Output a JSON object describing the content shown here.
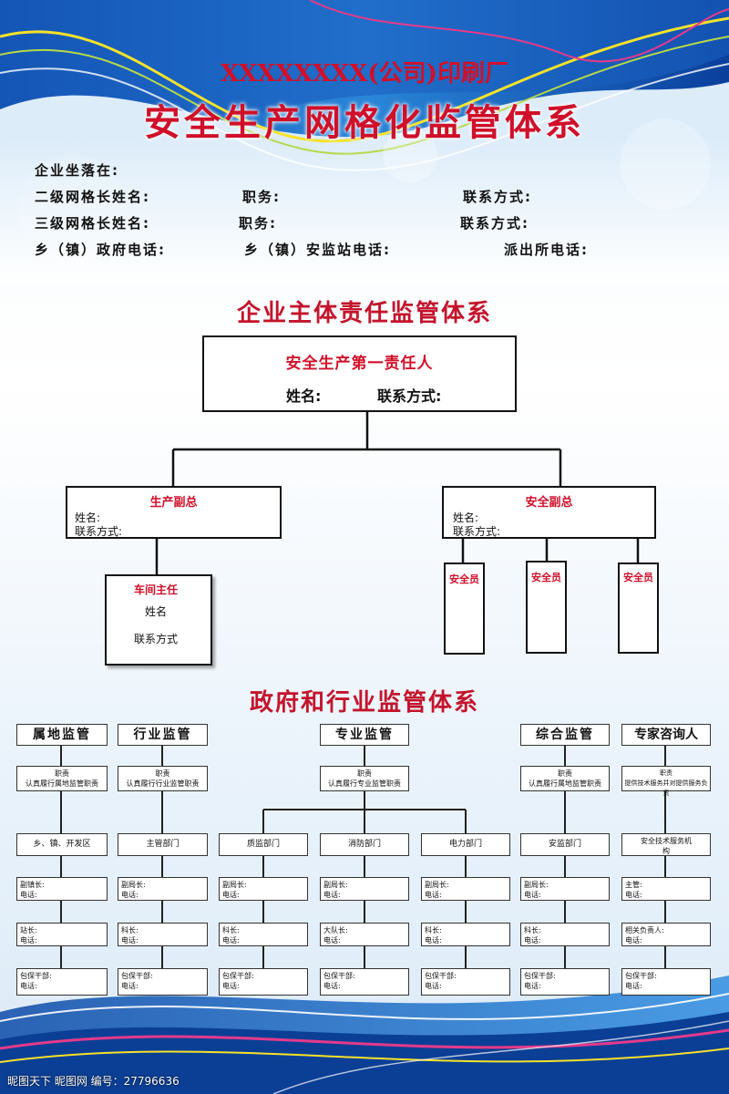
{
  "header": {
    "company": "XXXXXXXX(公司)印刷厂",
    "title": "安全生产网格化监管体系"
  },
  "info": {
    "location": "企业坐落在:",
    "level2_name": "二级网格长姓名:",
    "level2_duty": "职务:",
    "level2_contact": "联系方式:",
    "level3_name": "三级网格长姓名:",
    "level3_duty": "职务:",
    "level3_contact": "联系方式:",
    "town_phone": "乡（镇）政府电话:",
    "station_phone": "乡（镇）安监站电话:",
    "police_phone": "派出所电话:"
  },
  "enterprise": {
    "section_title": "企业主体责任监管体系",
    "top": {
      "title": "安全生产第一责任人",
      "name": "姓名:",
      "contact": "联系方式:"
    },
    "prod_vp": {
      "title": "生产副总",
      "name": "姓名:",
      "contact": "联系方式:"
    },
    "safety_vp": {
      "title": "安全副总",
      "name": "姓名:",
      "contact": "联系方式:"
    },
    "workshop": {
      "title": "车间主任",
      "name": "姓名",
      "contact": "联系方式"
    },
    "safety_officer": "安全员"
  },
  "government": {
    "section_title": "政府和行业监管体系",
    "columns": [
      {
        "title": "属地监管",
        "duty": [
          "职责",
          "认真履行属地监管职责"
        ],
        "dept": "乡、镇、开发区",
        "roles": [
          [
            "副镇长:",
            "电话:"
          ],
          [
            "站长:",
            "电话:"
          ],
          [
            "包保干部:",
            "电话:"
          ]
        ]
      },
      {
        "title": "行业监管",
        "duty": [
          "职责",
          "认真履行行业监管职责"
        ],
        "dept": "主管部门",
        "roles": [
          [
            "副局长:",
            "电话:"
          ],
          [
            "科长:",
            "电话:"
          ],
          [
            "包保干部:",
            "电话:"
          ]
        ]
      },
      {
        "title": "专业监管",
        "duty": [
          "职责",
          "认真履行专业监管职责"
        ],
        "subdepts": [
          {
            "dept": "质监部门",
            "roles": [
              [
                "副局长:",
                "电话:"
              ],
              [
                "科长:",
                "电话:"
              ],
              [
                "包保干部:",
                "电话:"
              ]
            ]
          },
          {
            "dept": "消防部门",
            "roles": [
              [
                "副局长:",
                "电话:"
              ],
              [
                "大队长:",
                "电话:"
              ],
              [
                "包保干部:",
                "电话:"
              ]
            ]
          },
          {
            "dept": "电力部门",
            "roles": [
              [
                "副局长:",
                "电话:"
              ],
              [
                "科长:",
                "电话:"
              ],
              [
                "包保干部:",
                "电话:"
              ]
            ]
          }
        ]
      },
      {
        "title": "综合监管",
        "duty": [
          "职责",
          "认真履行属地监管职责"
        ],
        "dept": "安监部门",
        "roles": [
          [
            "副局长:",
            "电话:"
          ],
          [
            "科长:",
            "电话:"
          ],
          [
            "包保干部:",
            "电话:"
          ]
        ]
      },
      {
        "title": "专家咨询人",
        "duty": [
          "职责",
          "提供技术服务并对提供服务负责"
        ],
        "dept": "安全技术服务机构",
        "roles": [
          [
            "主管:",
            "电话:"
          ],
          [
            "相关负责人:",
            "电话:"
          ],
          [
            "包保干部:",
            "电话:"
          ]
        ]
      }
    ]
  },
  "footer": {
    "watermark": "昵图天下 昵图网 编号：27796636"
  },
  "colors": {
    "title_red": "#d0102a",
    "line": "#111111",
    "bg_blue": "#1d63b8"
  }
}
